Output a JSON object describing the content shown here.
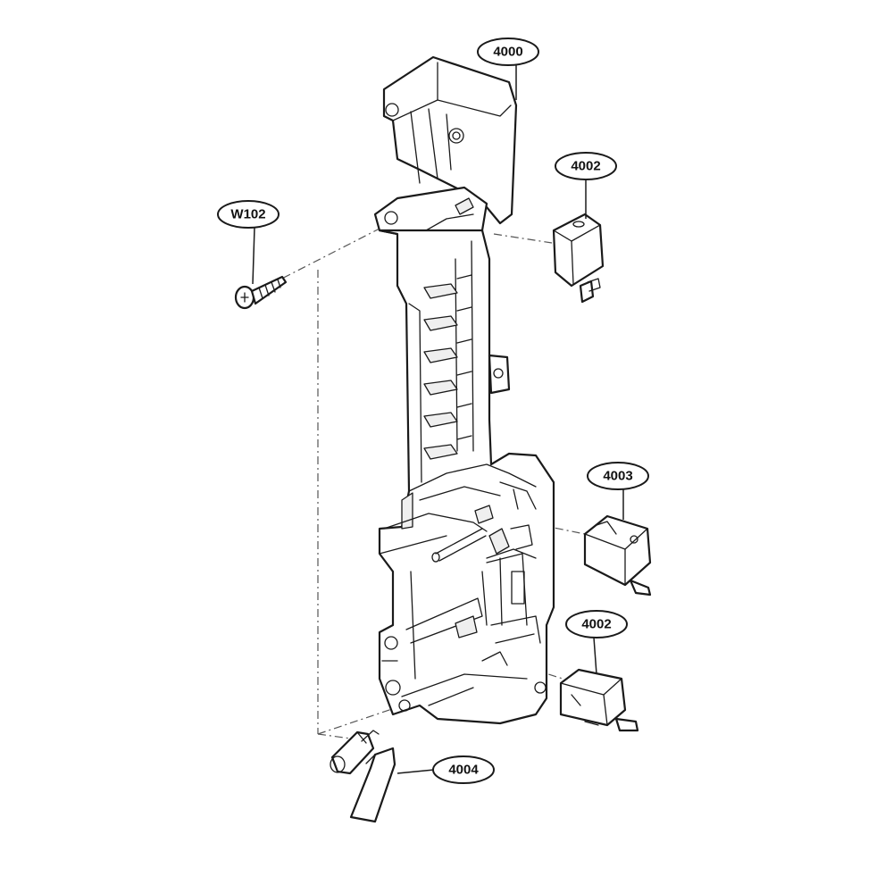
{
  "callouts": {
    "frame": "4000",
    "switch_top": "4002",
    "switch_middle": "4003",
    "switch_bottom": "4002",
    "lever": "4004",
    "screw": "W102"
  },
  "colors": {
    "line": "#1a1a1a",
    "background": "#ffffff",
    "dash": "#555555"
  }
}
